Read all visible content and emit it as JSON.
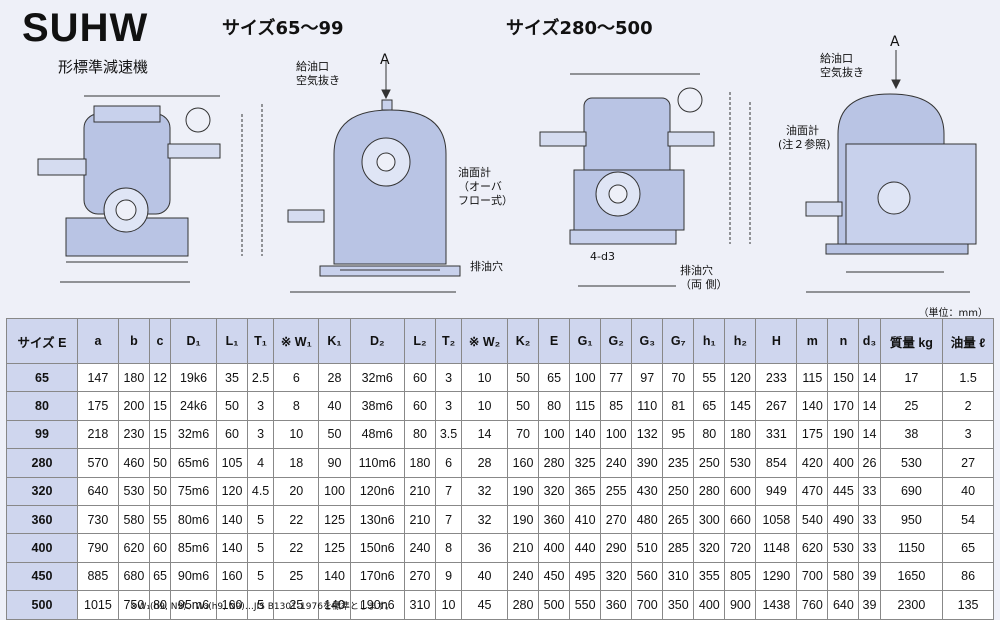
{
  "title": "SUHW",
  "subtitle": "形標準減速機",
  "size_headers": [
    "サイズ65～99",
    "サイズ280～500"
  ],
  "labels": {
    "oil_port": [
      "給油口",
      "空気抜き"
    ],
    "oil_port_right": [
      "給油口",
      "空気抜き"
    ],
    "oil_gauge": [
      "油面計",
      "（オーバ",
      "フロー式）"
    ],
    "oil_gauge_right": [
      "油面計",
      "(注２参照)"
    ],
    "drain": "排油穴",
    "drain_right": [
      "排油穴",
      "（両 側）"
    ],
    "arrow_a": "A",
    "holes": "4‐d3"
  },
  "unit": "（単位：mm）",
  "table": {
    "headers": [
      "サイズ E",
      "a",
      "b",
      "c",
      "D₁",
      "L₁",
      "T₁",
      "※ W₁",
      "K₁",
      "D₂",
      "L₂",
      "T₂",
      "※ W₂",
      "K₂",
      "E",
      "G₁",
      "G₂",
      "G₃",
      "G₇",
      "h₁",
      "h₂",
      "H",
      "m",
      "n",
      "d₃",
      "質量 kg",
      "油量 ℓ"
    ],
    "rows": [
      [
        "65",
        "147",
        "180",
        "12",
        "19k6",
        "35",
        "2.5",
        "6",
        "28",
        "32m6",
        "60",
        "3",
        "10",
        "50",
        "65",
        "100",
        "77",
        "97",
        "70",
        "55",
        "120",
        "233",
        "115",
        "150",
        "14",
        "17",
        "1.5"
      ],
      [
        "80",
        "175",
        "200",
        "15",
        "24k6",
        "50",
        "3",
        "8",
        "40",
        "38m6",
        "60",
        "3",
        "10",
        "50",
        "80",
        "115",
        "85",
        "110",
        "81",
        "65",
        "145",
        "267",
        "140",
        "170",
        "14",
        "25",
        "2"
      ],
      [
        "99",
        "218",
        "230",
        "15",
        "32m6",
        "60",
        "3",
        "10",
        "50",
        "48m6",
        "80",
        "3.5",
        "14",
        "70",
        "100",
        "140",
        "100",
        "132",
        "95",
        "80",
        "180",
        "331",
        "175",
        "190",
        "14",
        "38",
        "3"
      ],
      [
        "280",
        "570",
        "460",
        "50",
        "65m6",
        "105",
        "4",
        "18",
        "90",
        "110m6",
        "180",
        "6",
        "28",
        "160",
        "280",
        "325",
        "240",
        "390",
        "235",
        "250",
        "530",
        "854",
        "420",
        "400",
        "26",
        "530",
        "27"
      ],
      [
        "320",
        "640",
        "530",
        "50",
        "75m6",
        "120",
        "4.5",
        "20",
        "100",
        "120n6",
        "210",
        "7",
        "32",
        "190",
        "320",
        "365",
        "255",
        "430",
        "250",
        "280",
        "600",
        "949",
        "470",
        "445",
        "33",
        "690",
        "40"
      ],
      [
        "360",
        "730",
        "580",
        "55",
        "80m6",
        "140",
        "5",
        "22",
        "125",
        "130n6",
        "210",
        "7",
        "32",
        "190",
        "360",
        "410",
        "270",
        "480",
        "265",
        "300",
        "660",
        "1058",
        "540",
        "490",
        "33",
        "950",
        "54"
      ],
      [
        "400",
        "790",
        "620",
        "60",
        "85m6",
        "140",
        "5",
        "22",
        "125",
        "150n6",
        "240",
        "8",
        "36",
        "210",
        "400",
        "440",
        "290",
        "510",
        "285",
        "320",
        "720",
        "1148",
        "620",
        "530",
        "33",
        "1150",
        "65"
      ],
      [
        "450",
        "885",
        "680",
        "65",
        "90m6",
        "160",
        "5",
        "25",
        "140",
        "170n6",
        "270",
        "9",
        "40",
        "240",
        "450",
        "495",
        "320",
        "560",
        "310",
        "355",
        "805",
        "1290",
        "700",
        "580",
        "39",
        "1650",
        "86"
      ],
      [
        "500",
        "1015",
        "750",
        "80",
        "95m6",
        "160",
        "5",
        "25",
        "140",
        "190n6",
        "310",
        "10",
        "45",
        "280",
        "500",
        "550",
        "360",
        "700",
        "350",
        "400",
        "900",
        "1438",
        "760",
        "640",
        "39",
        "2300",
        "135"
      ]
    ]
  },
  "footnote": "※W₁(h9, N9)、W₂(h9, N9)…JIS B1301-1976を標準とします。"
}
